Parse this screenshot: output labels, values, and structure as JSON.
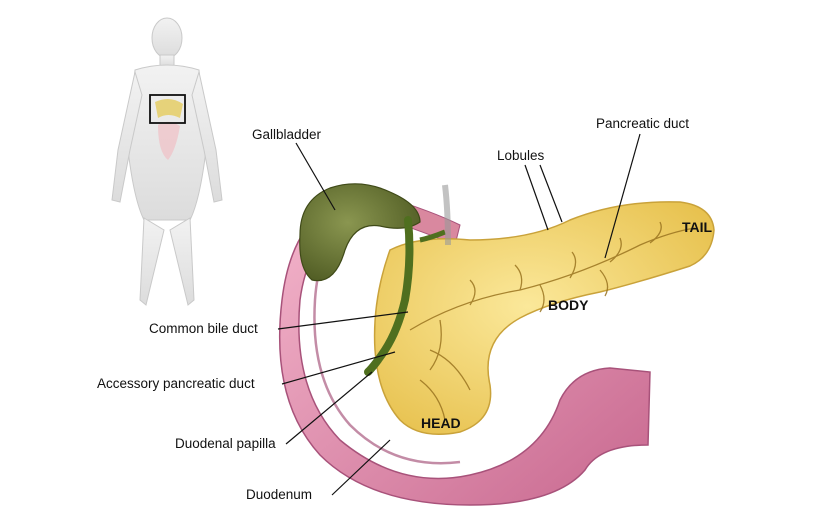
{
  "figure": {
    "callouts": {
      "gallbladder": "Gallbladder",
      "lobules": "Lobules",
      "pancreatic_duct": "Pancreatic duct",
      "common_bile_duct": "Common bile duct",
      "accessory_pancreatic_duct": "Accessory pancreatic duct",
      "duodenal_papilla": "Duodenal papilla",
      "duodenum": "Duodenum"
    },
    "regions": {
      "head": "HEAD",
      "body": "BODY",
      "tail": "TAIL"
    }
  },
  "colors": {
    "pancreas": "#f3d56a",
    "pancreas_edge": "#c9a23a",
    "duodenum": "#e79ab8",
    "duodenum_edge": "#a8527a",
    "gallbladder": "#6f7a3a",
    "bile_duct": "#5b7d28",
    "body_silhouette": "#e6e6e6"
  }
}
